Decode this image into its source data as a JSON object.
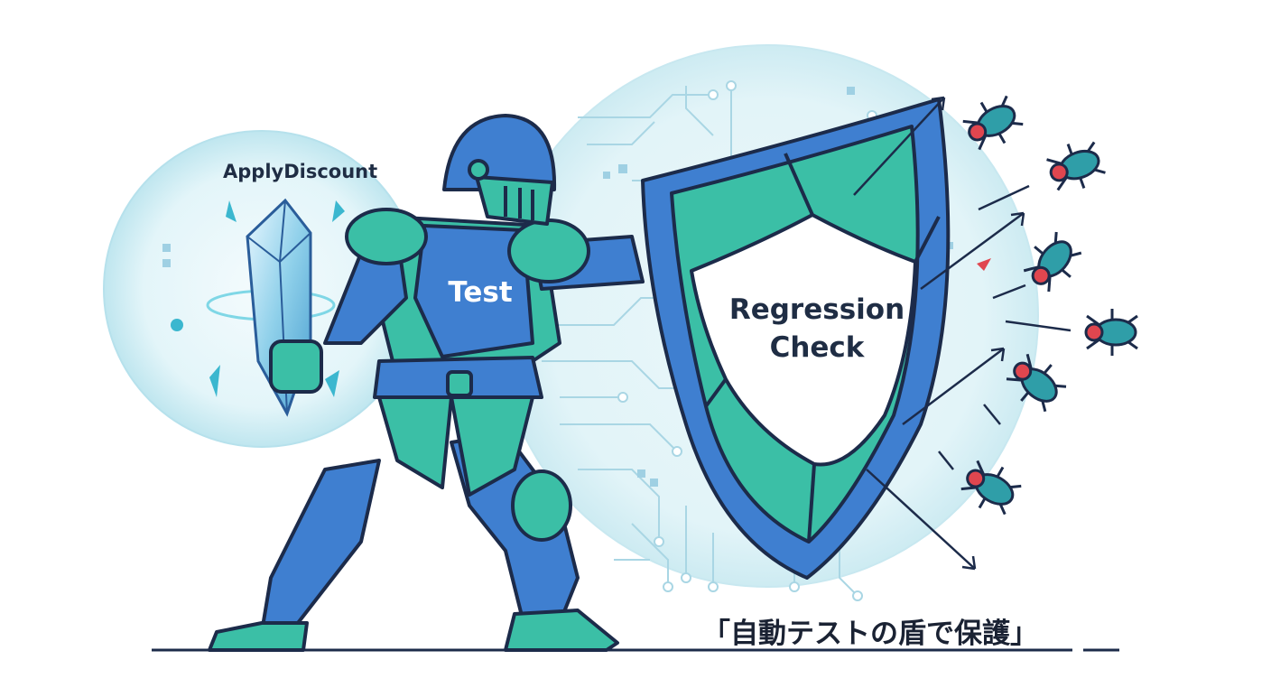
{
  "labels": {
    "function_name": "ApplyDiscount",
    "armor_text": "Test",
    "shield_line1": "Regression",
    "shield_line2": "Check",
    "caption": "「自動テストの盾で保護」"
  },
  "icons": {
    "knight": "armored-knight-icon",
    "crystal": "glowing-crystal-icon",
    "shield": "shield-icon",
    "bug": "bug-icon"
  },
  "colors": {
    "armor_dark": "#3f7fd0",
    "armor_teal": "#3bbfa6",
    "outline": "#1c2b4a",
    "glow": "#cdeef4",
    "bug_body": "#2f9ea8",
    "bug_head": "#e0464f"
  }
}
